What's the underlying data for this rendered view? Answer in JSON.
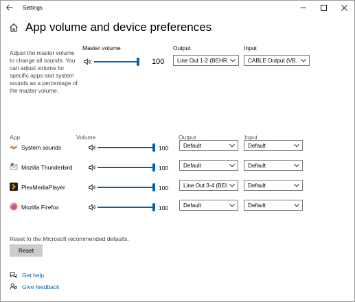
{
  "window": {
    "title": "Settings",
    "controls": {
      "back": "←",
      "minimize": "—",
      "maximize": "□",
      "close": "✕"
    }
  },
  "page": {
    "title": "App volume and device preferences",
    "description": "Adjust the master volume to change all sounds. You can adjust volume for specific apps and system sounds as a percentage of the master volume."
  },
  "master": {
    "label": "Master volume",
    "value": "100",
    "level": 1.0,
    "output_label": "Output",
    "output_value": "Line Out 1-2 (BEHR...",
    "input_label": "Input",
    "input_value": "CABLE Output (VB..."
  },
  "apps_header": {
    "app": "App",
    "volume": "Volume",
    "output": "Output",
    "input": "Input"
  },
  "apps": [
    {
      "name": "System sounds",
      "icon": "system-sounds-icon",
      "value": "100",
      "level": 1.0,
      "output": "Default",
      "input": "Default"
    },
    {
      "name": "Mozilla Thunderbird",
      "icon": "thunderbird-icon",
      "value": "100",
      "level": 1.0,
      "output": "Default",
      "input": "Default"
    },
    {
      "name": "PlexMediaPlayer",
      "icon": "plex-icon",
      "value": "100",
      "level": 1.0,
      "output": "Line Out 3-4 (BEH",
      "input": "Default"
    },
    {
      "name": "Mozilla Firefox",
      "icon": "firefox-icon",
      "value": "100",
      "level": 1.0,
      "output": "Default",
      "input": "Default"
    }
  ],
  "reset": {
    "text": "Reset to the Microsoft recommended defaults.",
    "button": "Reset"
  },
  "links": {
    "help": "Get help",
    "feedback": "Give feedback"
  },
  "colors": {
    "accent": "#0063b1",
    "link": "#0067b8",
    "button_bg": "#cccccc"
  }
}
